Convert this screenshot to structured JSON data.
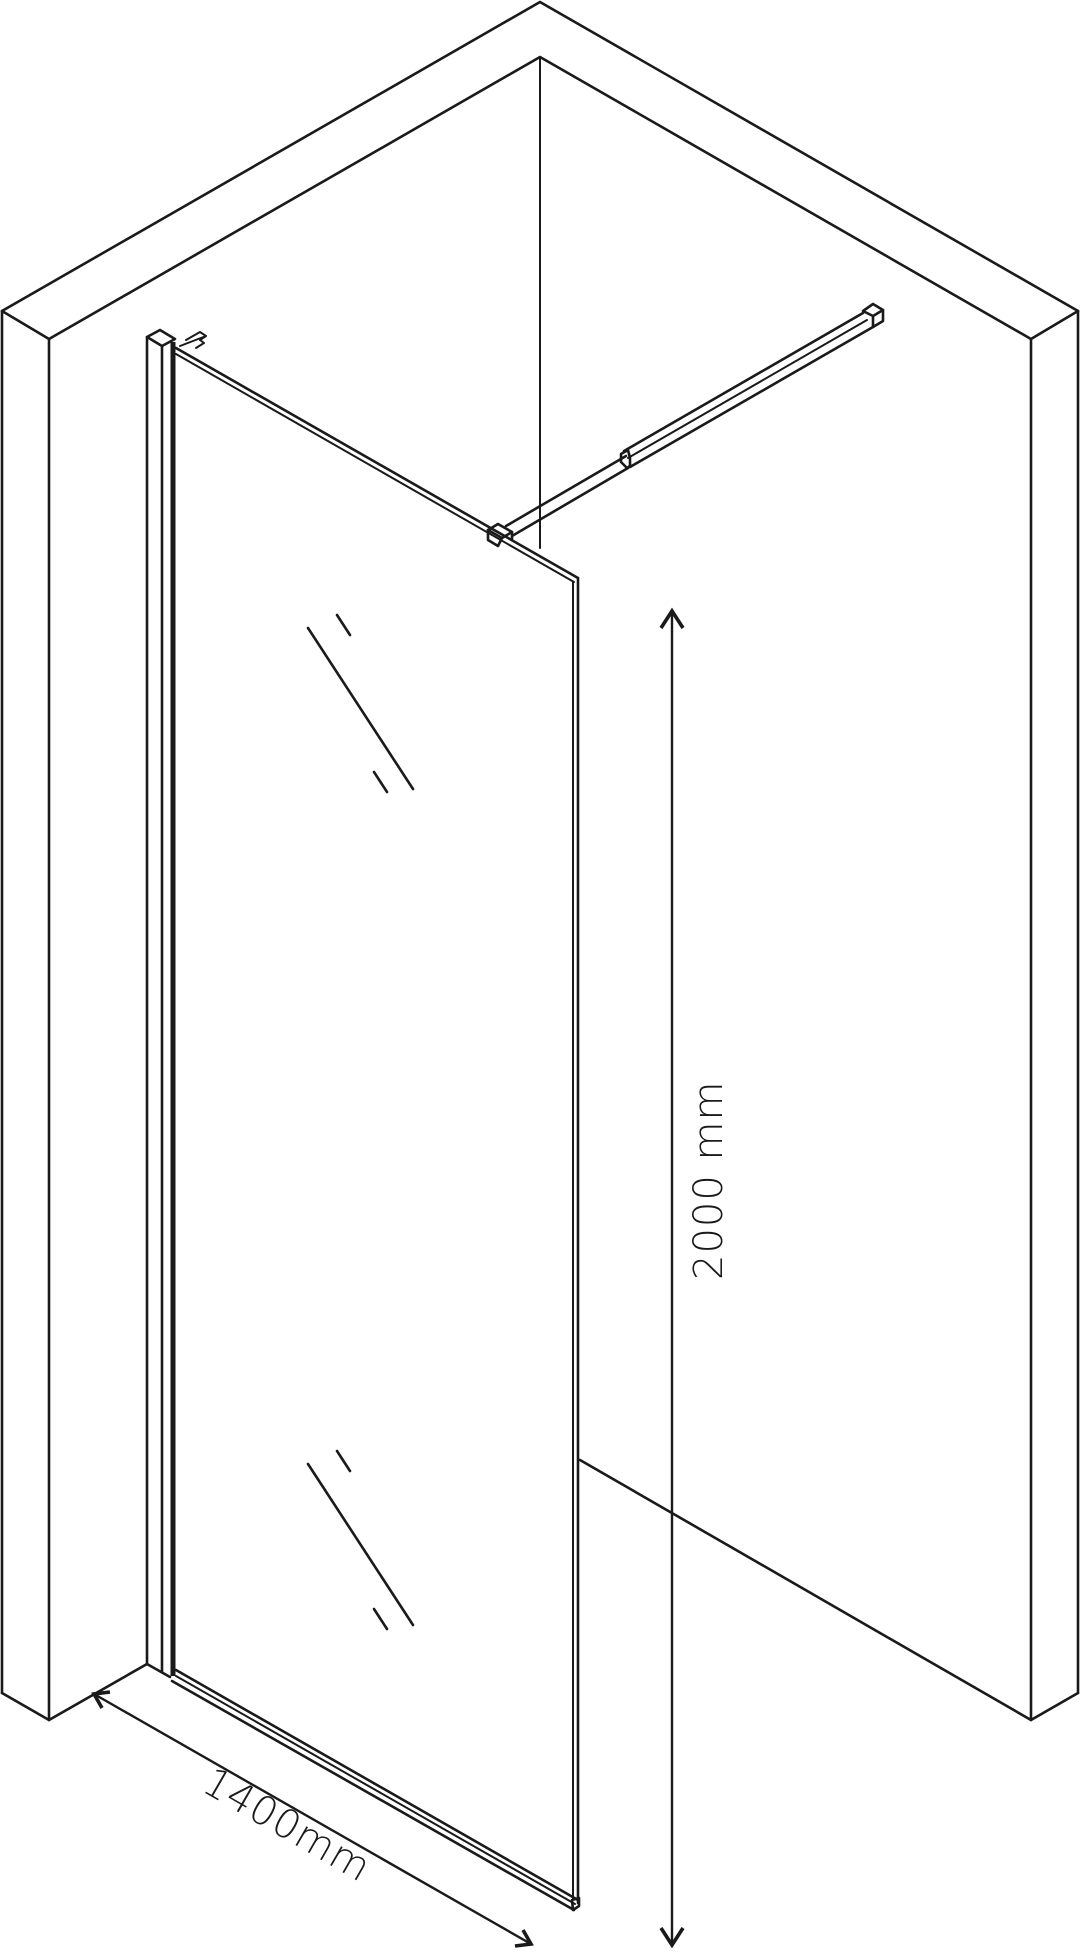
{
  "diagram": {
    "subject": "walk-in shower glass panel with wall profile and stabilizer bar",
    "dimensions": {
      "height_label": "2000 mm",
      "width_label": "1400mm"
    },
    "colors": {
      "line": "#1a1a1a",
      "background": "#ffffff"
    }
  }
}
